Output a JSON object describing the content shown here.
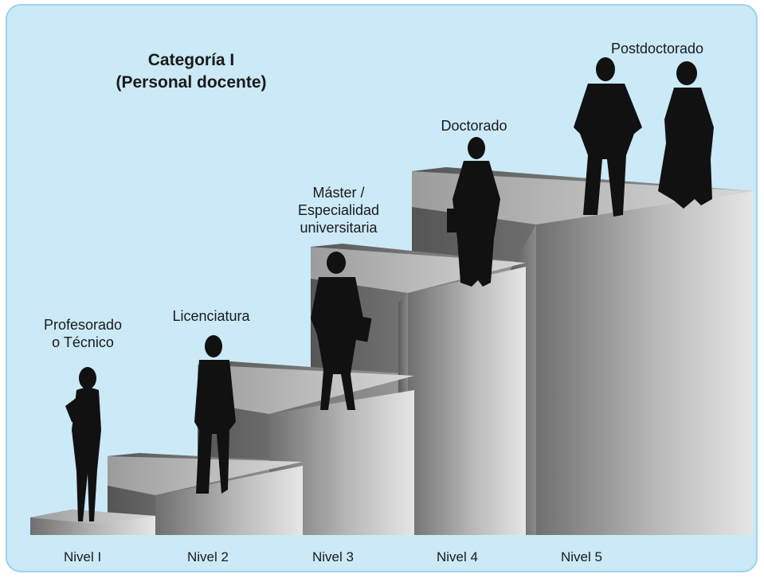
{
  "title": {
    "line1": "Categoría I",
    "line2": "(Personal docente)"
  },
  "steps": [
    {
      "level": "Nivel I",
      "degree_line1": "Profesorado",
      "degree_line2": "o Técnico"
    },
    {
      "level": "Nivel 2",
      "degree_line1": "Licenciatura"
    },
    {
      "level": "Nivel 3",
      "degree_line1": "Máster /",
      "degree_line2": "Especialidad",
      "degree_line3": "universitaria"
    },
    {
      "level": "Nivel 4",
      "degree_line1": "Doctorado"
    },
    {
      "level": "Nivel 5",
      "degree_line1": "Postdoctorado"
    }
  ],
  "colors": {
    "panel_background": "#cbe9f7",
    "panel_border": "#9fd2ec",
    "silhouette": "#111111"
  }
}
